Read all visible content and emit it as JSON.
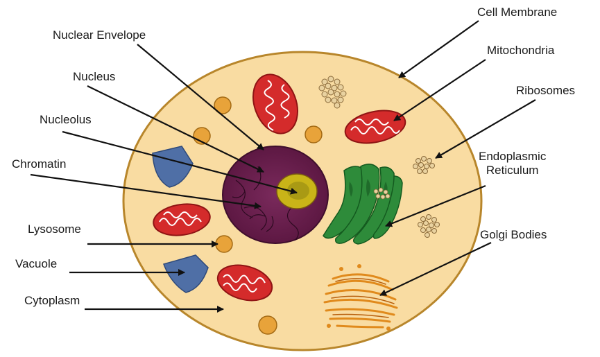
{
  "labels": {
    "cell_membrane": "Cell Membrane",
    "mitochondria": "Mitochondria",
    "ribosomes": "Ribosomes",
    "nuclear_envelope": "Nuclear Envelope",
    "nucleus": "Nucleus",
    "nucleolus": "Nucleolus",
    "chromatin": "Chromatin",
    "endoplasmic_reticulum_line1": "Endoplasmic",
    "endoplasmic_reticulum_line2": "Reticulum",
    "golgi_bodies": "Golgi Bodies",
    "lysosome": "Lysosome",
    "vacuole": "Vacuole",
    "cytoplasm": "Cytoplasm"
  },
  "colors": {
    "cytoplasm": "#f9dca2",
    "membrane": "#b8862b",
    "nucleus": "#6b1f4e",
    "nucleolus": "#c9b418",
    "mitochondria": "#d42b2b",
    "er": "#2e8b3a",
    "golgi": "#e08a1c",
    "vacuole": "#4f6fa6",
    "lysosome": "#e8a33a"
  }
}
